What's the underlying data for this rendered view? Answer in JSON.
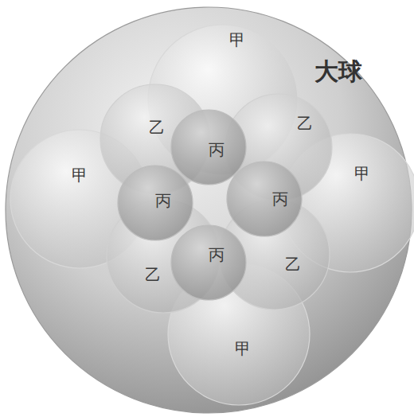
{
  "diagram": {
    "nodes": [
      {
        "text": [
          "大球"
        ]
      },
      {
        "text": [
          "甲"
        ],
        "in": 0
      },
      {
        "text": [
          "甲"
        ],
        "in": 0
      },
      {
        "text": [
          "甲"
        ],
        "in": 0
      },
      {
        "text": [
          "甲"
        ],
        "in": 0
      },
      {
        "text": [
          "乙"
        ],
        "in": 0
      },
      {
        "text": [
          "乙"
        ],
        "in": 0
      },
      {
        "text": [
          "乙"
        ],
        "in": 0
      },
      {
        "text": [
          "乙"
        ],
        "in": 0
      },
      {
        "text": [
          "丙"
        ],
        "in": 0
      },
      {
        "text": [
          "丙"
        ],
        "in": 0
      },
      {
        "text": [
          "丙"
        ],
        "in": 0
      },
      {
        "text": [
          "丙"
        ],
        "in": 0
      }
    ]
  }
}
